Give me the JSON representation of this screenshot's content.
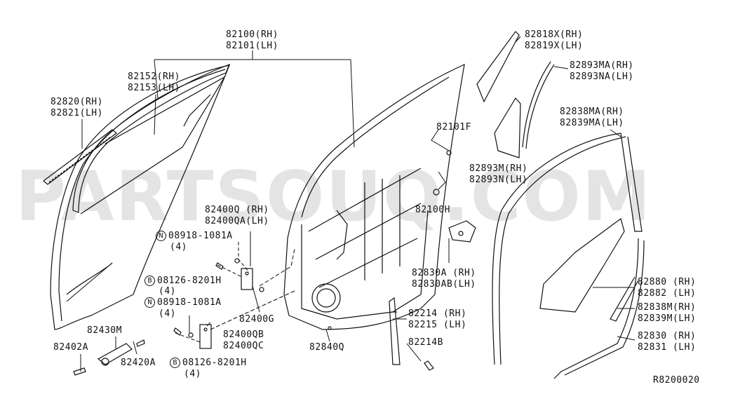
{
  "watermark": "PARTSOUQ.COM",
  "ref_code": "R8200020",
  "labels": {
    "l82100": "82100(RH)",
    "l82101": "82101(LH)",
    "l82152": "82152(RH)",
    "l82153": "82153(LH)",
    "l82820": "82820(RH)",
    "l82821": "82821(LH)",
    "l82818x": "82818X(RH)",
    "l82819x": "82819X(LH)",
    "l82893ma": "82893MA(RH)",
    "l82893na": "82893NA(LH)",
    "l82838ma": "82838MA(RH)",
    "l82839ma": "82839MA(LH)",
    "l82101f": "82101F",
    "l82893m": "82893M(RH)",
    "l82893n": "82893N(LH)",
    "l82100h": "82100H",
    "l82400q": "82400Q (RH)",
    "l82400qa": "82400QA(LH)",
    "n_bolt1": "08918-1081A",
    "n_bolt1_qty": "(4)",
    "b_bolt1": "08126-8201H",
    "b_bolt1_qty": "(4)",
    "n_bolt2": "08918-1081A",
    "n_bolt2_qty": "(4)",
    "l82400g": "82400G",
    "l82400qb": "82400QB",
    "l82400qc": "82400QC",
    "l82430m": "82430M",
    "l82402a": "82402A",
    "l82420a": "82420A",
    "b_bolt2": "08126-8201H",
    "b_bolt2_qty": "(4)",
    "l82840q": "82840Q",
    "l82830a": "82830A (RH)",
    "l82830ab": "82830AB(LH)",
    "l82214": "82214 (RH)",
    "l82215": "82215 (LH)",
    "l82214b": "82214B",
    "l82880": "82880 (RH)",
    "l82882": "82882 (LH)",
    "l82838m": "82838M(RH)",
    "l82839m": "82839M(LH)",
    "l82830": "82830 (RH)",
    "l82831": "82831 (LH)",
    "sym_n": "N",
    "sym_b": "B"
  }
}
